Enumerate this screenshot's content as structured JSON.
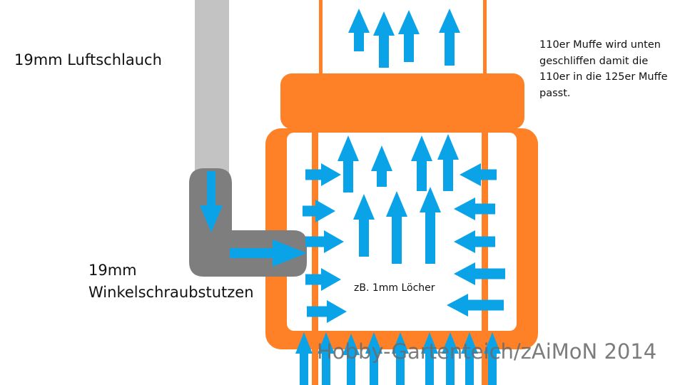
{
  "labels": {
    "air_hose": "19mm Luftschlauch",
    "fitting_line1": "19mm",
    "fitting_line2": "Winkelschraubstutzen",
    "note_line1": "110er Muffe wird unten",
    "note_line2": "geschliffen damit die",
    "note_line3": "110er in die 125er Muffe",
    "note_line4": "passt.",
    "holes": "zB. 1mm Löcher",
    "watermark": "Hobby-Gartenteich/zAiMoN 2014"
  },
  "colors": {
    "pipe_orange": "#fe8127",
    "arrow_blue": "#0aa3e8",
    "hose_gray": "#c3c3c3",
    "fitting_gray": "#7e7e7e",
    "text": "#111111",
    "watermark": "#6b6b6b"
  }
}
